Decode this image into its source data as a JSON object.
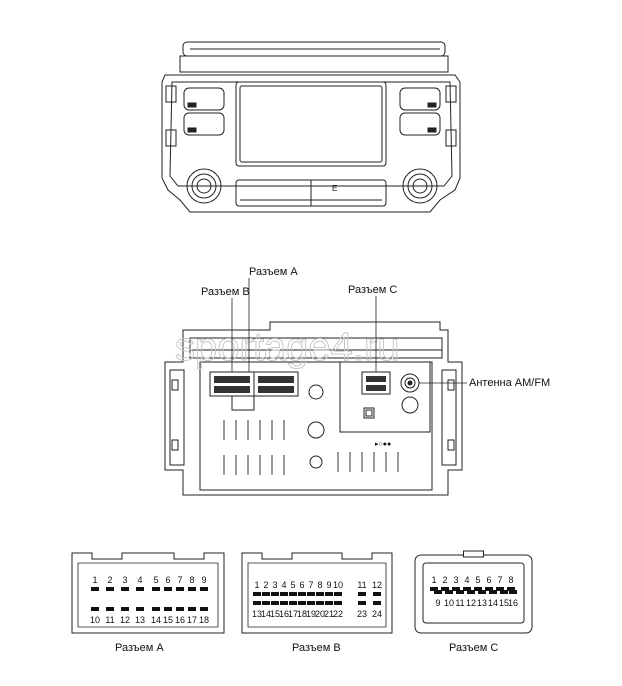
{
  "watermark": "sportage4.ru",
  "rear_labels": {
    "connector_a": "Разъем A",
    "connector_b": "Разъем B",
    "connector_c": "Разъем C",
    "antenna": "Антенна AM/FM"
  },
  "connectors": [
    {
      "caption": "Разъем A",
      "top_row": [
        "1",
        "2",
        "3",
        "4",
        "5",
        "6",
        "7",
        "8",
        "9"
      ],
      "bottom_row": [
        "10",
        "11",
        "12",
        "13",
        "14",
        "15",
        "16",
        "17",
        "18"
      ]
    },
    {
      "caption": "Разъем B",
      "top_row": [
        "1",
        "2",
        "3",
        "4",
        "5",
        "6",
        "7",
        "8",
        "9",
        "10",
        "11",
        "12"
      ],
      "bottom_row": [
        "13",
        "14",
        "15",
        "16",
        "17",
        "18",
        "19",
        "20",
        "21",
        "22",
        "23",
        "24"
      ]
    },
    {
      "caption": "Разъем C",
      "top_row": [
        "1",
        "2",
        "3",
        "4",
        "5",
        "6",
        "7",
        "8"
      ],
      "bottom_row": [
        "9",
        "10",
        "11",
        "12",
        "13",
        "14",
        "15",
        "16"
      ]
    }
  ],
  "front_panel": {
    "center_mark": "E"
  }
}
